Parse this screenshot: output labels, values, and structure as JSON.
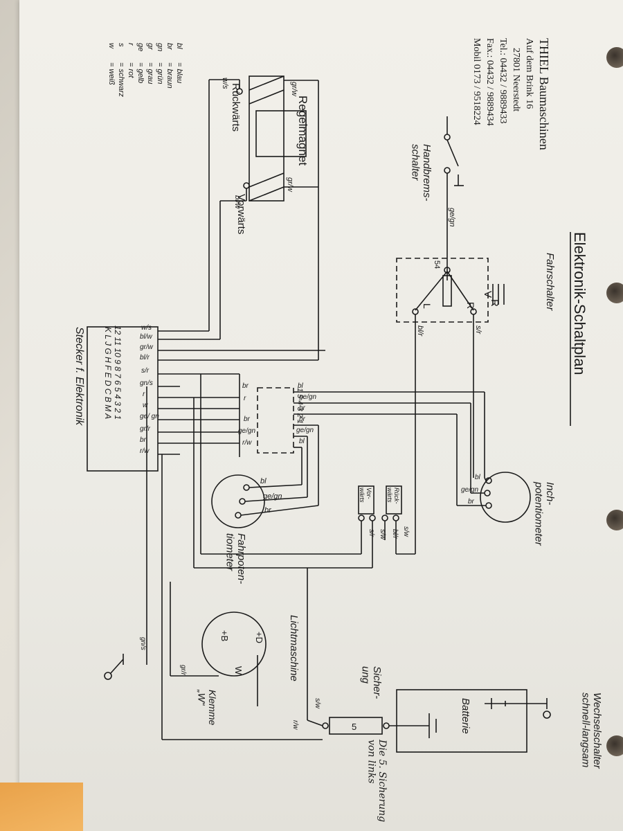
{
  "title": "Elektronik-Schaltplan",
  "company": {
    "name": "THIEL Baumaschinen",
    "street": "Auf dem Brink 16",
    "city": "27801 Neerstedt",
    "tel": "Tel.: 04432 / 9889433",
    "fax": "Fax.: 04432 / 9889434",
    "mobil": "Mobil 0173 / 9518224"
  },
  "legend": [
    {
      "code": "bl",
      "desc": "= blau"
    },
    {
      "code": "br",
      "desc": "= braun"
    },
    {
      "code": "gn",
      "desc": "= grün"
    },
    {
      "code": "gr",
      "desc": "= grau"
    },
    {
      "code": "ge",
      "desc": "= gelb"
    },
    {
      "code": "r",
      "desc": "= rot"
    },
    {
      "code": "s",
      "desc": "= schwarz"
    },
    {
      "code": "w",
      "desc": "= weiß"
    }
  ],
  "components": {
    "handbrems": "Handbrems-\nschalter",
    "regelmagnet": "Regelmagnet",
    "rueckwaerts": "Rückwärts",
    "vorwaerts": "Vorwärts",
    "fahrschalter": "Fahrschalter",
    "inchpoti": "Inch-\npotentiometer",
    "fahrpoti": "Fahrpoten-\ntiometer",
    "lichtmaschine": "Lichtmaschine",
    "klemme": "Klemme\n„W“",
    "batterie": "Batterie",
    "sicherung": "Sicher-\nung",
    "wechselschalter": "Wechselschalter\nschnell-langsam",
    "stecker": "Stecker f. Elektronik",
    "handnote": "Die 5. Sicherung\nvon links"
  },
  "fahrschalter_marks": {
    "V": "V",
    "R": "R",
    "L": "L",
    "n54": "54",
    "R2": "R"
  },
  "lichtmaschine_marks": {
    "D": "+D",
    "B": "+B",
    "W": "W"
  },
  "relay_labels": {
    "rueck": "Rück-\nwärts",
    "vor": "Vor-\nwärts"
  },
  "sicherung_num": "5",
  "wire_labels": {
    "ws_a": "w/s",
    "grw_a": "gr/w",
    "grw_b": "gr/w",
    "blw_a": "bl/w",
    "gegn_a": "ge/gn",
    "sr_a": "s/r",
    "blr_a": "bl/r",
    "bl_inch": "bl",
    "gegn_inch": "ge/gn",
    "br_inch": "br",
    "sw_r1": "s/w",
    "blr_r1": "bl/r",
    "sw_r2": "s/w",
    "sr_r2": "s/r",
    "bl_fp": "bl",
    "gegn_fp": "ge/gn",
    "br_fp": "br",
    "sw_sich": "s/w",
    "rw_sich": "r/w",
    "grr_lm": "gr/r",
    "gns_ws": "gn/s"
  },
  "plug_pins_num": "12 11 10 9 8 7 6 5 4 3 2 1",
  "plug_pins_letter": "K L J G H F E D C B M A",
  "plug_wires": [
    "w/s",
    "bl/w",
    "gr/w",
    "bl/r",
    "s/r",
    "gn/s",
    "r",
    "w",
    "ge/ gn",
    "gr/r",
    "br",
    "r/w"
  ],
  "connector_block": {
    "left": [
      "br",
      "r",
      "br",
      "ge/gn",
      "r/w"
    ],
    "right": [
      "bl",
      "ge/gn",
      "br",
      "br",
      "ge/gn",
      "bl"
    ],
    "pins": "1 5 4 3 2 1"
  }
}
